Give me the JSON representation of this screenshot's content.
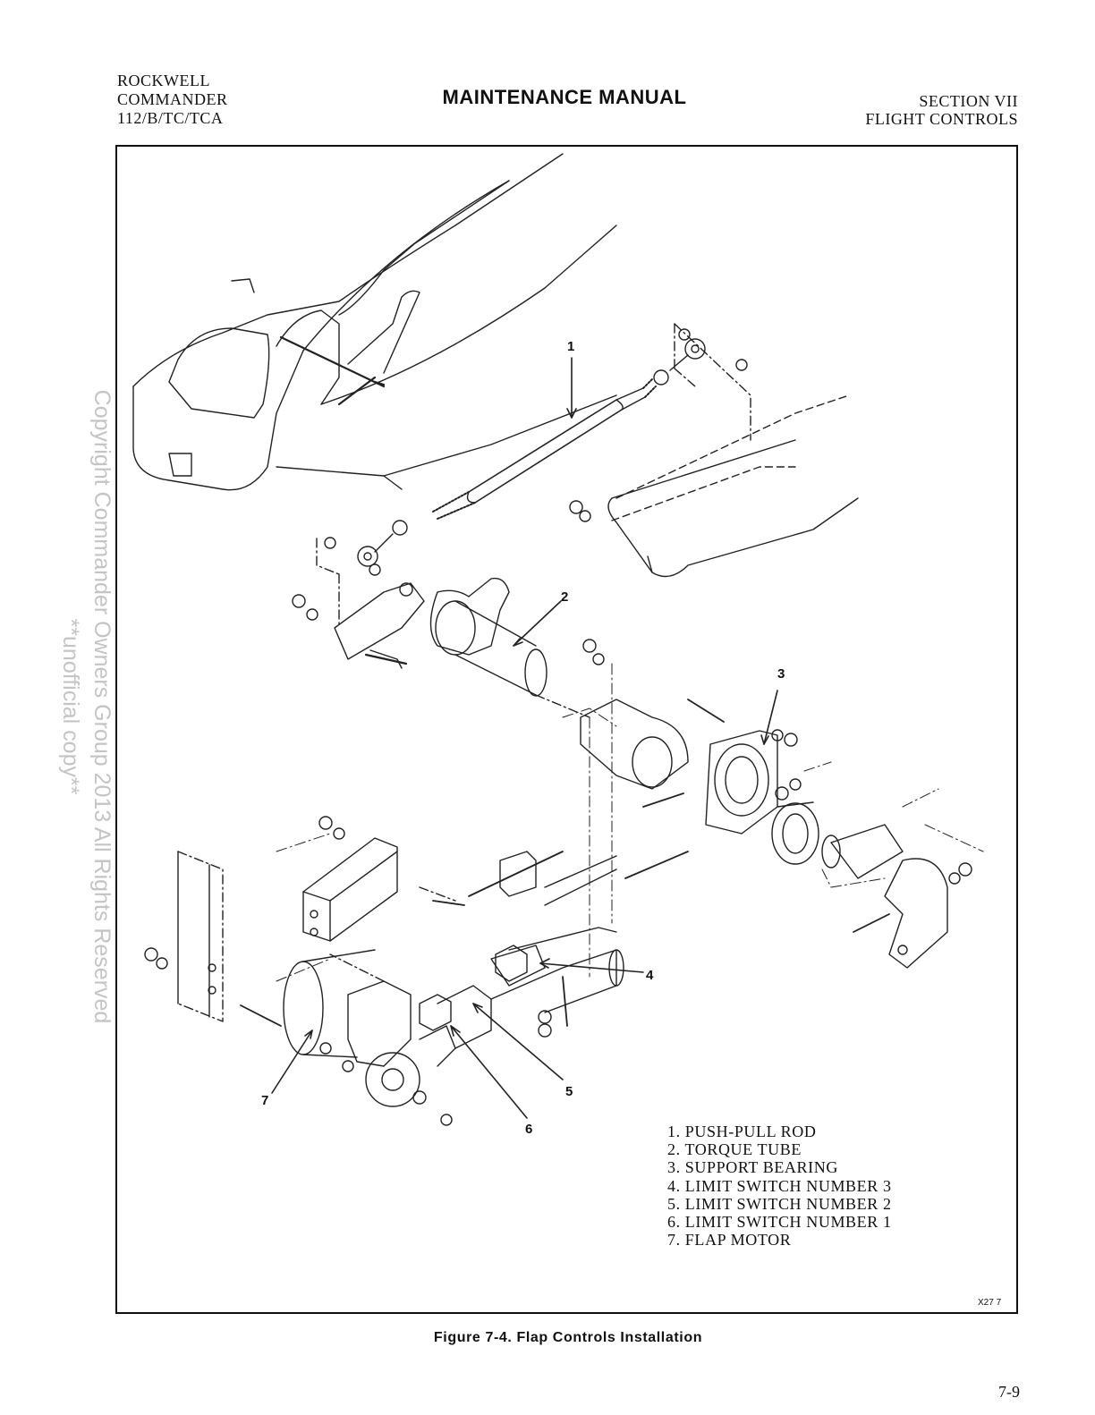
{
  "header": {
    "left_lines": [
      "ROCKWELL",
      "COMMANDER",
      "112/B/TC/TCA"
    ],
    "center": "MAINTENANCE MANUAL",
    "right_lines": [
      "SECTION VII",
      "FLIGHT CONTROLS"
    ]
  },
  "watermark": {
    "line1": "Copyright Commander Owners Group 2013 All Rights Reserved",
    "line2": "**unofficial copy**"
  },
  "callouts": [
    "1",
    "2",
    "3",
    "4",
    "5",
    "6",
    "7"
  ],
  "legend": [
    "1. PUSH-PULL ROD",
    "2. TORQUE TUBE",
    "3. SUPPORT BEARING",
    "4. LIMIT SWITCH NUMBER 3",
    "5. LIMIT SWITCH NUMBER 2",
    "6. LIMIT SWITCH NUMBER 1",
    "7. FLAP MOTOR"
  ],
  "drawing_code": "X27 7",
  "caption": "Figure 7-4. Flap Controls Installation",
  "page_number": "7-9"
}
